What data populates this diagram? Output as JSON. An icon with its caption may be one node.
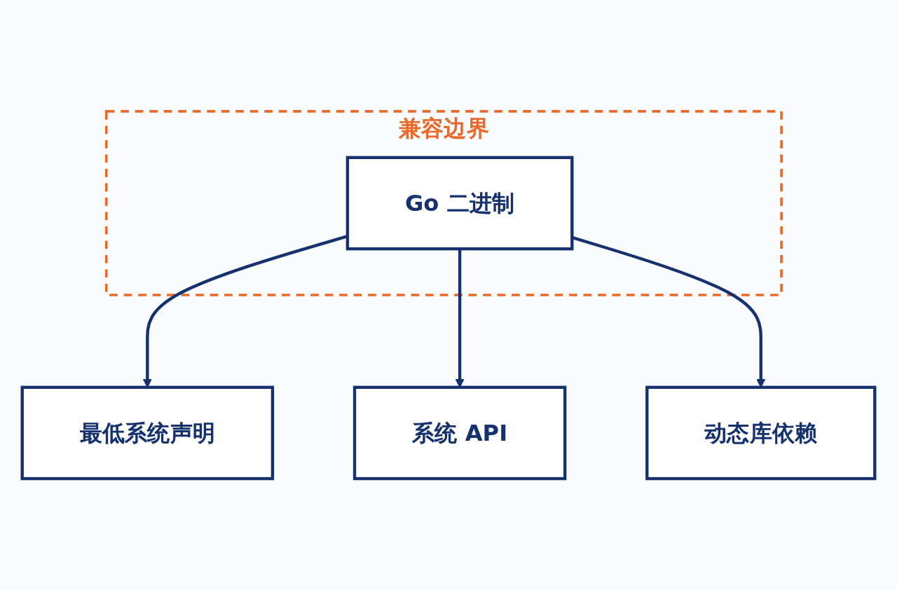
{
  "diagram": {
    "nodes": [
      {
        "text": [
          "最低系统声明"
        ]
      },
      {
        "text": [
          "兼容边界"
        ]
      },
      {
        "text": [
          "系统 API"
        ]
      },
      {
        "text": [
          "Go 二进制"
        ],
        "in": 1
      },
      {
        "text": [
          "动态库依赖"
        ]
      }
    ],
    "edges": [
      {
        "from": 3,
        "to": 0,
        "arrow": "to"
      },
      {
        "from": 3,
        "to": 2,
        "arrow": "to"
      },
      {
        "from": 3,
        "to": 4,
        "arrow": "to"
      }
    ]
  }
}
